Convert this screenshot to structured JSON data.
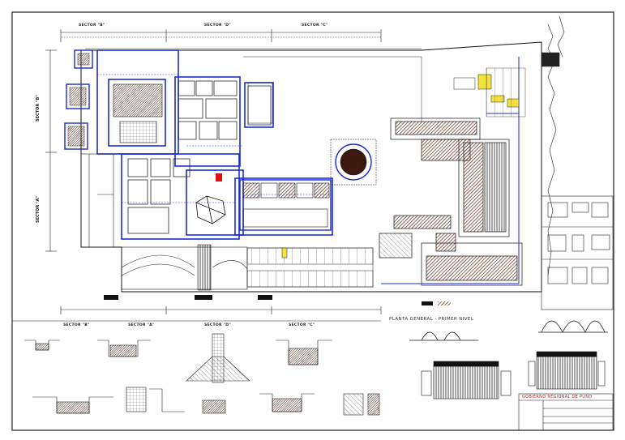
{
  "drawing": {
    "main_title": "PLANTA GENERAL - PRIMER NIVEL",
    "title_block_text": "GOBIERNO REGIONAL DE PUNO",
    "sector_labels_top": [
      "SECTOR \"B\"",
      "SECTOR \"D\"",
      "SECTOR \"C\""
    ],
    "sector_labels_left": [
      "SECTOR \"B\"",
      "SECTOR \"A\""
    ],
    "sector_labels_details": [
      "SECTOR \"B\"",
      "SECTOR \"A\"",
      "SECTOR \"D\"",
      "SECTOR \"C\""
    ]
  },
  "colors": {
    "wall_blue": "#1a2bd6",
    "wall_dark": "#3a1a10",
    "line_black": "#111111",
    "accent_red": "#e01010",
    "accent_yellow": "#f2e23a",
    "hatch_brown": "#5a2a18"
  }
}
